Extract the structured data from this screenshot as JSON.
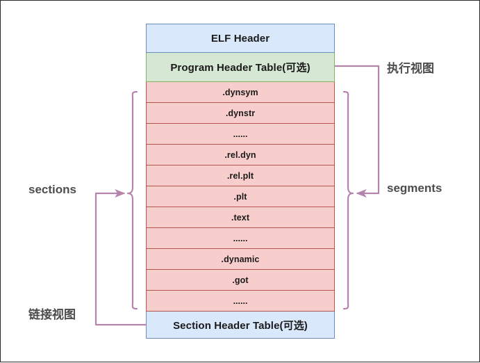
{
  "diagram": {
    "title": "ELF file layout: linking view vs execution view",
    "colors": {
      "header_blue_fill": "#dae8fc",
      "header_blue_stroke": "#6c8ebf",
      "program_green_fill": "#d5e8d4",
      "program_green_stroke": "#82b366",
      "section_pink_fill": "#f8cecc",
      "section_pink_stroke": "#b85450",
      "connector_purple": "#b584ad",
      "label_text": "#4d4d4d",
      "box_text": "#1a1a1a",
      "page_border": "#2a2a2a",
      "background": "#ffffff"
    },
    "stack": {
      "top_blocks": [
        {
          "id": "elf-header",
          "label": "ELF Header",
          "kind": "blue"
        },
        {
          "id": "program-header-table",
          "label": "Program Header Table(可选)",
          "kind": "green"
        }
      ],
      "sections": [
        {
          "id": "dynsym",
          "label": ".dynsym"
        },
        {
          "id": "dynstr",
          "label": ".dynstr"
        },
        {
          "id": "ellipsis-1",
          "label": "......"
        },
        {
          "id": "rel-dyn",
          "label": ".rel.dyn"
        },
        {
          "id": "rel-plt",
          "label": ".rel.plt"
        },
        {
          "id": "plt",
          "label": ".plt"
        },
        {
          "id": "text",
          "label": ".text"
        },
        {
          "id": "ellipsis-2",
          "label": "......"
        },
        {
          "id": "dynamic",
          "label": ".dynamic"
        },
        {
          "id": "got",
          "label": ".got"
        },
        {
          "id": "ellipsis-3",
          "label": "......"
        }
      ],
      "bottom_blocks": [
        {
          "id": "section-header-table",
          "label": "Section Header Table(可选)",
          "kind": "blue"
        }
      ]
    },
    "annotations": {
      "sections": "sections",
      "link_view": "链接视图",
      "exec_view": "执行视图",
      "segments": "segments"
    }
  }
}
